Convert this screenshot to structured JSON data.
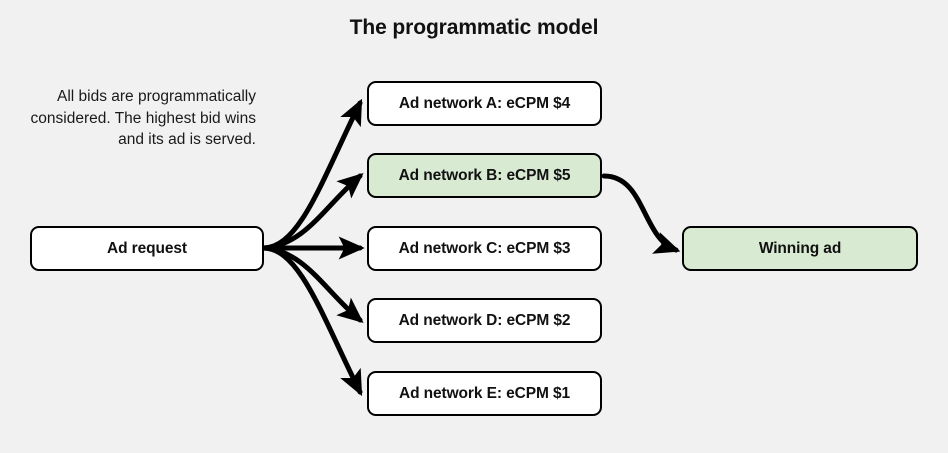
{
  "title": "The programmatic model",
  "description": "All bids are programmatically considered. The highest bid wins and its ad is served.",
  "colors": {
    "background": "#f1f1f1",
    "box_white": "#ffffff",
    "box_green": "#d9ead3",
    "border": "#000000",
    "text": "#111111",
    "arrow": "#000000"
  },
  "nodes": {
    "request": {
      "label": "Ad request",
      "fill": "#ffffff"
    },
    "networks": [
      {
        "label": "Ad network A: eCPM $4",
        "fill": "#ffffff",
        "ecpm": 4,
        "highlighted": false
      },
      {
        "label": "Ad network B: eCPM $5",
        "fill": "#d9ead3",
        "ecpm": 5,
        "highlighted": true
      },
      {
        "label": "Ad network C: eCPM $3",
        "fill": "#ffffff",
        "ecpm": 3,
        "highlighted": false
      },
      {
        "label": "Ad network D: eCPM $2",
        "fill": "#ffffff",
        "ecpm": 2,
        "highlighted": false
      },
      {
        "label": "Ad network E: eCPM $1",
        "fill": "#ffffff",
        "ecpm": 1,
        "highlighted": false
      }
    ],
    "winner": {
      "label": "Winning ad",
      "fill": "#d9ead3"
    }
  }
}
